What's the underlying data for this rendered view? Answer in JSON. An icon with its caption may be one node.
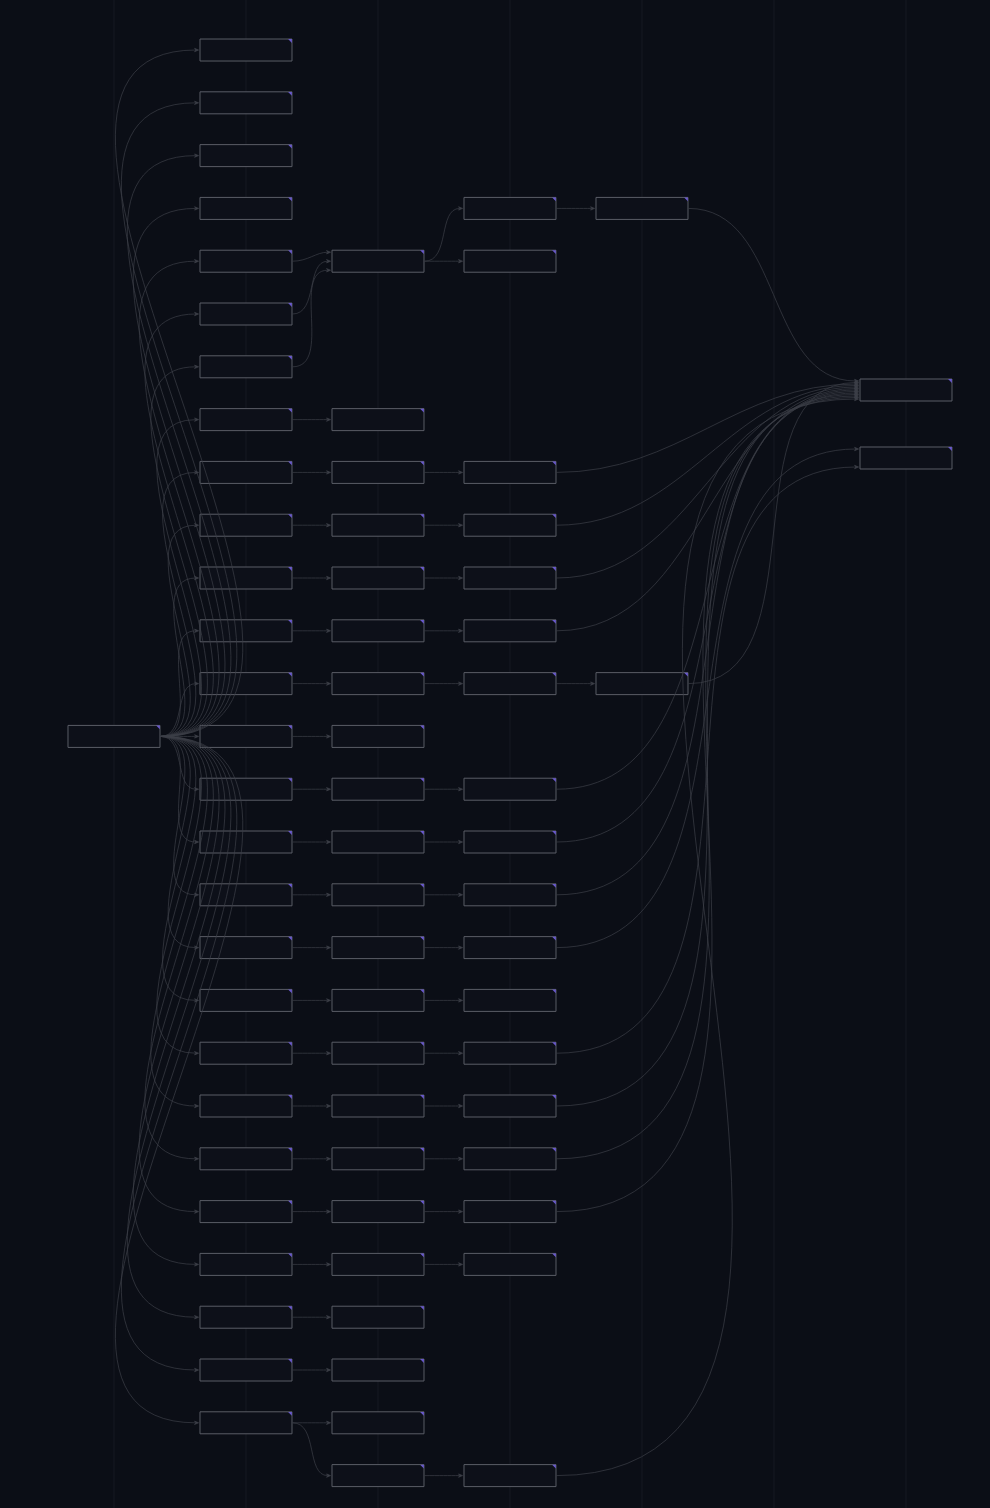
{
  "diagram": {
    "nodes": [
      {
        "text": [],
        "shape": "box"
      },
      {
        "text": [],
        "shape": "box"
      },
      {
        "text": [],
        "shape": "box"
      },
      {
        "text": [],
        "shape": "box"
      },
      {
        "text": [],
        "shape": "box"
      },
      {
        "text": [],
        "shape": "box"
      },
      {
        "text": [],
        "shape": "box"
      },
      {
        "text": [],
        "shape": "box"
      },
      {
        "text": [],
        "shape": "box"
      },
      {
        "text": [],
        "shape": "box"
      },
      {
        "text": [],
        "shape": "box"
      },
      {
        "text": [],
        "shape": "box"
      },
      {
        "text": [],
        "shape": "box"
      },
      {
        "text": [],
        "shape": "box"
      },
      {
        "text": [],
        "shape": "box"
      },
      {
        "text": [],
        "shape": "box"
      },
      {
        "text": [],
        "shape": "box"
      },
      {
        "text": [],
        "shape": "box"
      },
      {
        "text": [],
        "shape": "box"
      },
      {
        "text": [],
        "shape": "box"
      },
      {
        "text": [],
        "shape": "box"
      },
      {
        "text": [],
        "shape": "box"
      },
      {
        "text": [],
        "shape": "box"
      },
      {
        "text": [],
        "shape": "box"
      },
      {
        "text": [],
        "shape": "box"
      },
      {
        "text": [],
        "shape": "box"
      },
      {
        "text": [],
        "shape": "box"
      },
      {
        "text": [],
        "shape": "box"
      },
      {
        "text": [],
        "shape": "box"
      },
      {
        "text": [],
        "shape": "box"
      },
      {
        "text": [],
        "shape": "box"
      },
      {
        "text": [],
        "shape": "box"
      },
      {
        "text": [],
        "shape": "box"
      },
      {
        "text": [],
        "shape": "box"
      },
      {
        "text": [],
        "shape": "box"
      },
      {
        "text": [],
        "shape": "box"
      },
      {
        "text": [],
        "shape": "box"
      },
      {
        "text": [],
        "shape": "box"
      },
      {
        "text": [],
        "shape": "box"
      },
      {
        "text": [],
        "shape": "box"
      },
      {
        "text": [],
        "shape": "box"
      },
      {
        "text": [],
        "shape": "box"
      },
      {
        "text": [],
        "shape": "box"
      },
      {
        "text": [],
        "shape": "box"
      },
      {
        "text": [],
        "shape": "box"
      },
      {
        "text": [],
        "shape": "box"
      },
      {
        "text": [],
        "shape": "box"
      },
      {
        "text": [],
        "shape": "box"
      },
      {
        "text": [],
        "shape": "box"
      },
      {
        "text": [],
        "shape": "box"
      },
      {
        "text": [],
        "shape": "box"
      },
      {
        "text": [],
        "shape": "box"
      },
      {
        "text": [],
        "shape": "box"
      },
      {
        "text": [],
        "shape": "box"
      },
      {
        "text": [],
        "shape": "box"
      },
      {
        "text": [],
        "shape": "box"
      },
      {
        "text": [],
        "shape": "box"
      },
      {
        "text": [],
        "shape": "box"
      },
      {
        "text": [],
        "shape": "box"
      },
      {
        "text": [],
        "shape": "box"
      },
      {
        "text": [],
        "shape": "box"
      },
      {
        "text": [],
        "shape": "box"
      },
      {
        "text": [],
        "shape": "box"
      },
      {
        "text": [],
        "shape": "box"
      },
      {
        "text": [],
        "shape": "box"
      },
      {
        "text": [],
        "shape": "box"
      },
      {
        "text": [],
        "shape": "box"
      },
      {
        "text": [],
        "shape": "box"
      },
      {
        "text": [],
        "shape": "box"
      },
      {
        "text": [],
        "shape": "box"
      },
      {
        "text": [],
        "shape": "box"
      },
      {
        "text": [],
        "shape": "box"
      }
    ],
    "edges": [
      {
        "from": 0,
        "to": 1,
        "arrow": "to"
      },
      {
        "from": 0,
        "to": 2,
        "arrow": "to"
      },
      {
        "from": 0,
        "to": 3,
        "arrow": "to"
      },
      {
        "from": 0,
        "to": 4,
        "arrow": "to"
      },
      {
        "from": 0,
        "to": 5,
        "arrow": "to"
      },
      {
        "from": 0,
        "to": 6,
        "arrow": "to"
      },
      {
        "from": 0,
        "to": 7,
        "arrow": "to"
      },
      {
        "from": 0,
        "to": 8,
        "arrow": "to"
      },
      {
        "from": 0,
        "to": 9,
        "arrow": "to"
      },
      {
        "from": 0,
        "to": 10,
        "arrow": "to"
      },
      {
        "from": 0,
        "to": 11,
        "arrow": "to"
      },
      {
        "from": 0,
        "to": 12,
        "arrow": "to"
      },
      {
        "from": 0,
        "to": 13,
        "arrow": "to"
      },
      {
        "from": 0,
        "to": 14,
        "arrow": "to"
      },
      {
        "from": 0,
        "to": 15,
        "arrow": "to"
      },
      {
        "from": 0,
        "to": 16,
        "arrow": "to"
      },
      {
        "from": 0,
        "to": 17,
        "arrow": "to"
      },
      {
        "from": 0,
        "to": 18,
        "arrow": "to"
      },
      {
        "from": 0,
        "to": 19,
        "arrow": "to"
      },
      {
        "from": 0,
        "to": 20,
        "arrow": "to"
      },
      {
        "from": 0,
        "to": 21,
        "arrow": "to"
      },
      {
        "from": 0,
        "to": 22,
        "arrow": "to"
      },
      {
        "from": 0,
        "to": 23,
        "arrow": "to"
      },
      {
        "from": 0,
        "to": 24,
        "arrow": "to"
      },
      {
        "from": 0,
        "to": 25,
        "arrow": "to"
      },
      {
        "from": 0,
        "to": 26,
        "arrow": "to"
      },
      {
        "from": 0,
        "to": 27,
        "arrow": "to"
      },
      {
        "from": 5,
        "to": 28,
        "arrow": "to"
      },
      {
        "from": 6,
        "to": 28,
        "arrow": "to"
      },
      {
        "from": 7,
        "to": 28,
        "arrow": "to"
      },
      {
        "from": 8,
        "to": 29,
        "arrow": "to"
      },
      {
        "from": 9,
        "to": 30,
        "arrow": "to"
      },
      {
        "from": 10,
        "to": 31,
        "arrow": "to"
      },
      {
        "from": 11,
        "to": 32,
        "arrow": "to"
      },
      {
        "from": 12,
        "to": 33,
        "arrow": "to"
      },
      {
        "from": 13,
        "to": 34,
        "arrow": "to"
      },
      {
        "from": 14,
        "to": 35,
        "arrow": "to"
      },
      {
        "from": 15,
        "to": 36,
        "arrow": "to"
      },
      {
        "from": 16,
        "to": 37,
        "arrow": "to"
      },
      {
        "from": 17,
        "to": 38,
        "arrow": "to"
      },
      {
        "from": 18,
        "to": 39,
        "arrow": "to"
      },
      {
        "from": 19,
        "to": 40,
        "arrow": "to"
      },
      {
        "from": 20,
        "to": 41,
        "arrow": "to"
      },
      {
        "from": 21,
        "to": 42,
        "arrow": "to"
      },
      {
        "from": 22,
        "to": 43,
        "arrow": "to"
      },
      {
        "from": 23,
        "to": 44,
        "arrow": "to"
      },
      {
        "from": 24,
        "to": 45,
        "arrow": "to"
      },
      {
        "from": 25,
        "to": 46,
        "arrow": "to"
      },
      {
        "from": 26,
        "to": 47,
        "arrow": "to"
      },
      {
        "from": 27,
        "to": 48,
        "arrow": "to"
      },
      {
        "from": 27,
        "to": 49,
        "arrow": "to"
      },
      {
        "from": 28,
        "to": 50,
        "arrow": "to"
      },
      {
        "from": 28,
        "to": 51,
        "arrow": "to"
      },
      {
        "from": 30,
        "to": 52,
        "arrow": "to"
      },
      {
        "from": 31,
        "to": 53,
        "arrow": "to"
      },
      {
        "from": 32,
        "to": 54,
        "arrow": "to"
      },
      {
        "from": 33,
        "to": 55,
        "arrow": "to"
      },
      {
        "from": 34,
        "to": 56,
        "arrow": "to"
      },
      {
        "from": 36,
        "to": 57,
        "arrow": "to"
      },
      {
        "from": 37,
        "to": 58,
        "arrow": "to"
      },
      {
        "from": 38,
        "to": 59,
        "arrow": "to"
      },
      {
        "from": 39,
        "to": 60,
        "arrow": "to"
      },
      {
        "from": 40,
        "to": 61,
        "arrow": "to"
      },
      {
        "from": 41,
        "to": 62,
        "arrow": "to"
      },
      {
        "from": 42,
        "to": 63,
        "arrow": "to"
      },
      {
        "from": 43,
        "to": 64,
        "arrow": "to"
      },
      {
        "from": 44,
        "to": 65,
        "arrow": "to"
      },
      {
        "from": 45,
        "to": 66,
        "arrow": "to"
      },
      {
        "from": 49,
        "to": 67,
        "arrow": "to"
      },
      {
        "from": 50,
        "to": 68,
        "arrow": "to"
      },
      {
        "from": 56,
        "to": 69,
        "arrow": "to"
      },
      {
        "from": 68,
        "to": 70,
        "arrow": "to"
      },
      {
        "from": 69,
        "to": 70,
        "arrow": "to"
      },
      {
        "from": 52,
        "to": 70,
        "arrow": "to"
      },
      {
        "from": 53,
        "to": 70,
        "arrow": "to"
      },
      {
        "from": 54,
        "to": 70,
        "arrow": "to"
      },
      {
        "from": 55,
        "to": 70,
        "arrow": "to"
      },
      {
        "from": 57,
        "to": 70,
        "arrow": "to"
      },
      {
        "from": 58,
        "to": 70,
        "arrow": "to"
      },
      {
        "from": 59,
        "to": 70,
        "arrow": "to"
      },
      {
        "from": 63,
        "to": 70,
        "arrow": "to"
      },
      {
        "from": 64,
        "to": 70,
        "arrow": "to"
      },
      {
        "from": 65,
        "to": 70,
        "arrow": "to"
      },
      {
        "from": 67,
        "to": 70,
        "arrow": "to"
      },
      {
        "from": 60,
        "to": 71,
        "arrow": "to"
      },
      {
        "from": 62,
        "to": 71,
        "arrow": "to"
      }
    ]
  }
}
